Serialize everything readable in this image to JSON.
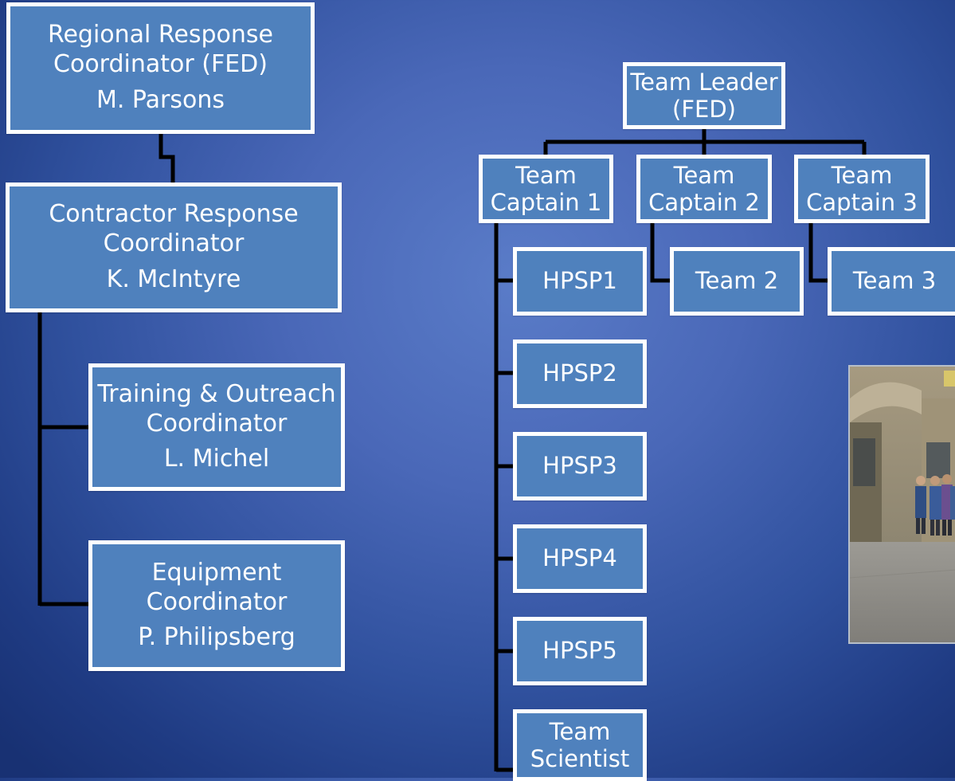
{
  "left_chart": {
    "regional": {
      "title_line1": "Regional Response",
      "title_line2": "Coordinator (FED)",
      "name": "M. Parsons"
    },
    "contractor": {
      "title_line1": "Contractor Response",
      "title_line2": "Coordinator",
      "name": "K. McIntyre"
    },
    "training": {
      "title_line1": "Training & Outreach",
      "title_line2": "Coordinator",
      "name": "L. Michel"
    },
    "equipment": {
      "title_line1": "Equipment",
      "title_line2": "Coordinator",
      "name": "P. Philipsberg"
    }
  },
  "right_chart": {
    "team_leader": {
      "line1": "Team Leader",
      "line2": "(FED)"
    },
    "captains": [
      {
        "line1": "Team",
        "line2": "Captain 1"
      },
      {
        "line1": "Team",
        "line2": "Captain 2"
      },
      {
        "line1": "Team",
        "line2": "Captain 3"
      }
    ],
    "hpsp": [
      "HPSP1",
      "HPSP2",
      "HPSP3",
      "HPSP4",
      "HPSP5"
    ],
    "team_scientist": {
      "line1": "Team",
      "line2": "Scientist"
    },
    "teams": [
      "Team 2",
      "Team 3"
    ]
  },
  "colors": {
    "box_fill": "#4f81bd",
    "box_border": "#ffffff",
    "connector": "#000000",
    "background": "#30519e"
  }
}
